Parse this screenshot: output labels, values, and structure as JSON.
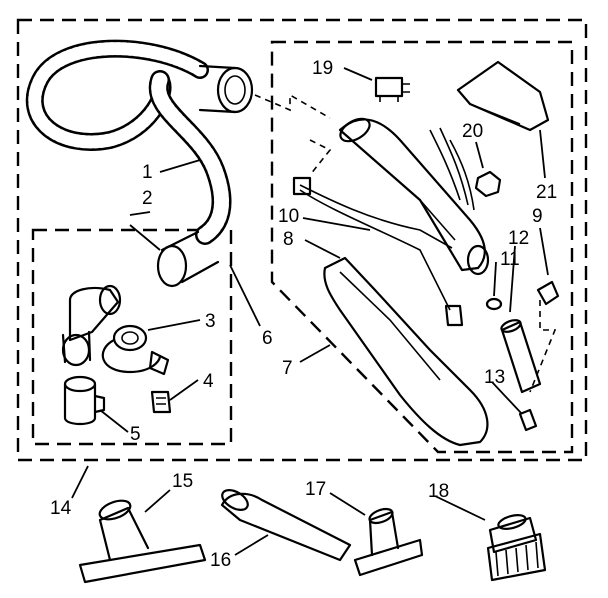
{
  "diagram": {
    "callouts": {
      "n1": "1",
      "n2": "2",
      "n3": "3",
      "n4": "4",
      "n5": "5",
      "n6": "6",
      "n7": "7",
      "n8": "8",
      "n9": "9",
      "n10": "10",
      "n11": "11",
      "n12": "12",
      "n13": "13",
      "n14": "14",
      "n15": "15",
      "n16": "16",
      "n17": "17",
      "n18": "18",
      "n19": "19",
      "n20": "20",
      "n21": "21"
    }
  }
}
